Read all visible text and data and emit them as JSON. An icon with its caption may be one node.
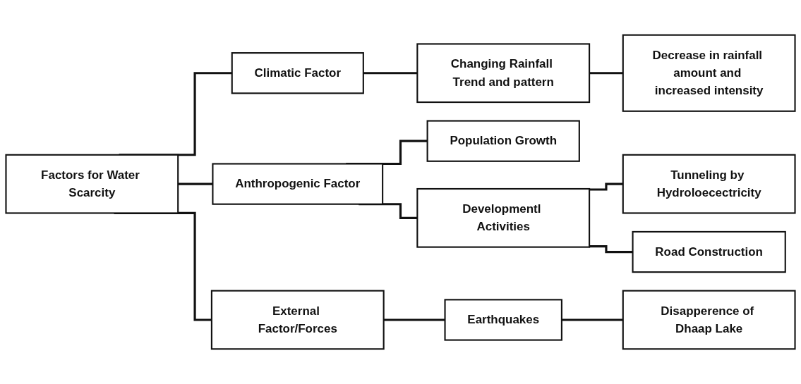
{
  "diagram": {
    "nodes": [
      {
        "text": [
          "Factors for Water Scarcity"
        ]
      },
      {
        "text": [
          "Climatic Factor"
        ]
      },
      {
        "text": [
          "Anthropogenic Factor"
        ]
      },
      {
        "text": [
          "External Factor/Forces"
        ]
      },
      {
        "text": [
          "Changing Rainfall Trend and pattern"
        ]
      },
      {
        "text": [
          "Decrease in rainfall amount and increased intensity"
        ]
      },
      {
        "text": [
          "Population Growth"
        ]
      },
      {
        "text": [
          "Developmentl Activities"
        ]
      },
      {
        "text": [
          "Tunneling by Hydroloecectricity"
        ]
      },
      {
        "text": [
          "Road Construction"
        ]
      },
      {
        "text": [
          "Earthquakes"
        ]
      },
      {
        "text": [
          "Disapperence of Dhaap Lake"
        ]
      }
    ],
    "edges": [
      {
        "from": 0,
        "to": 1,
        "arrow": "none"
      },
      {
        "from": 0,
        "to": 2,
        "arrow": "none"
      },
      {
        "from": 0,
        "to": 3,
        "arrow": "none"
      },
      {
        "from": 1,
        "to": 4,
        "arrow": "none"
      },
      {
        "from": 4,
        "to": 5,
        "arrow": "none"
      },
      {
        "from": 2,
        "to": 6,
        "arrow": "none"
      },
      {
        "from": 2,
        "to": 7,
        "arrow": "none"
      },
      {
        "from": 7,
        "to": 8,
        "arrow": "none"
      },
      {
        "from": 7,
        "to": 9,
        "arrow": "none"
      },
      {
        "from": 3,
        "to": 10,
        "arrow": "none"
      },
      {
        "from": 10,
        "to": 11,
        "arrow": "none"
      }
    ]
  }
}
